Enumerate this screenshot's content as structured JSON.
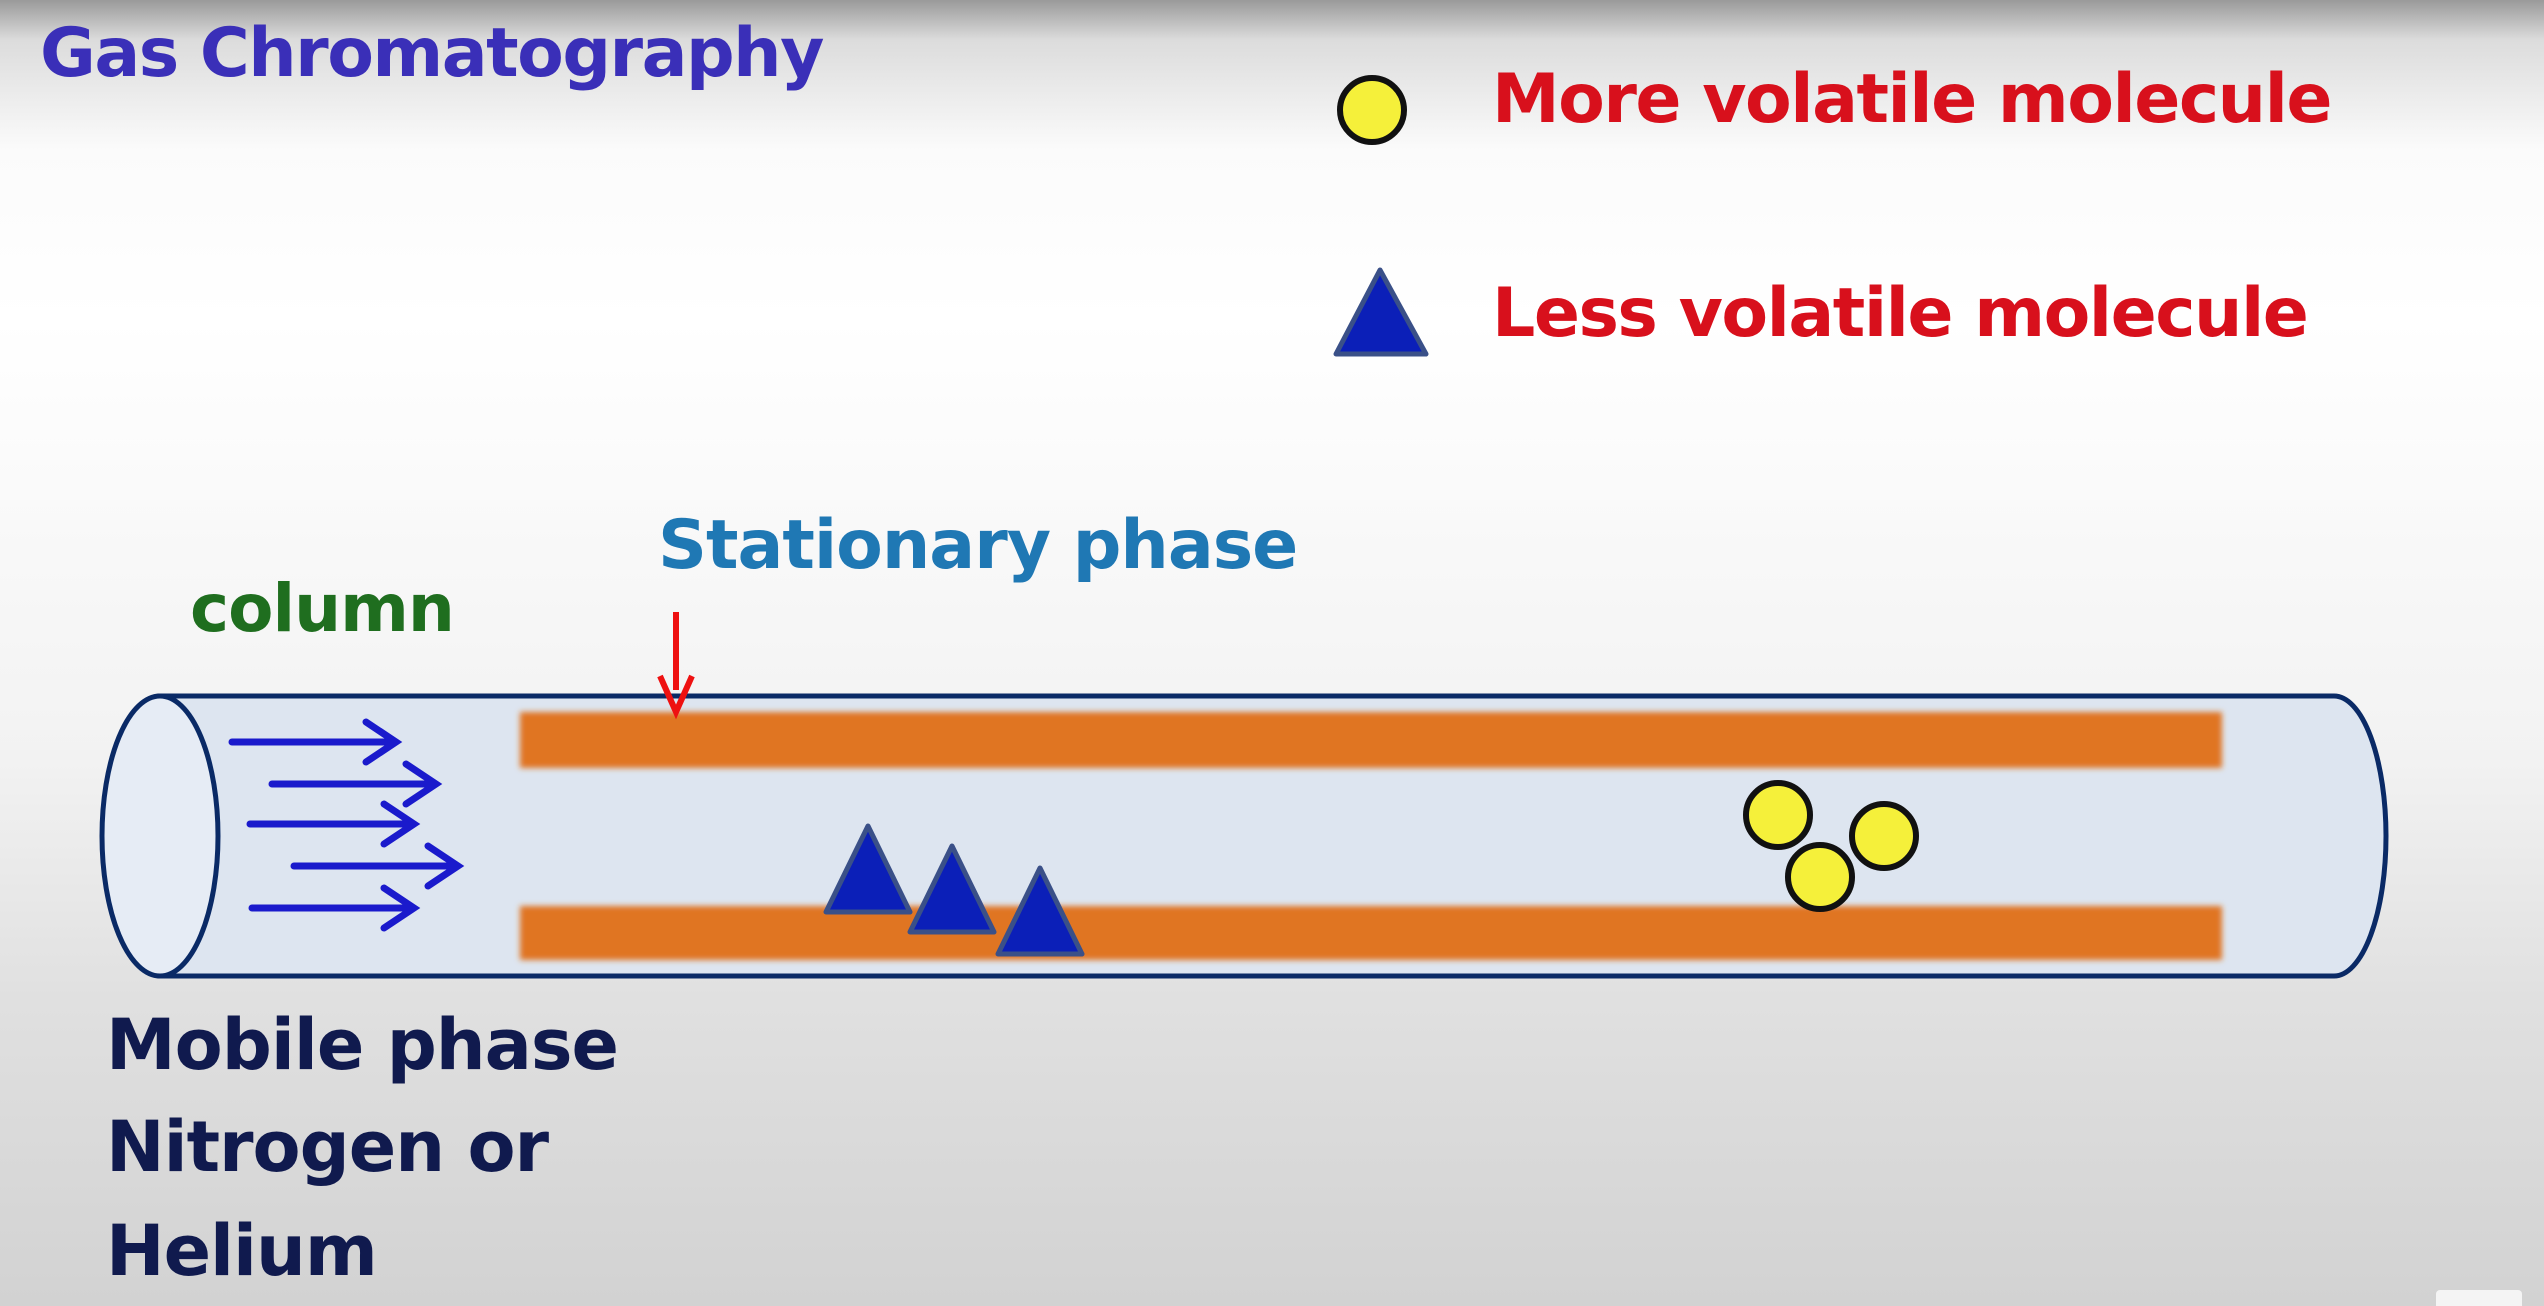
{
  "title": "Gas Chromatography",
  "legend": {
    "more_volatile": {
      "label": "More volatile molecule",
      "icon": "yellow-circle-icon",
      "color": "#f5f03a"
    },
    "less_volatile": {
      "label": "Less volatile molecule",
      "icon": "blue-triangle-icon",
      "color": "#0b1fb8"
    }
  },
  "labels": {
    "stationary_phase": "Stationary phase",
    "column": "column",
    "mobile_phase_lines": [
      "Mobile phase",
      "Nitrogen or",
      "Helium"
    ]
  },
  "colors": {
    "title": "#3a2fb8",
    "legend_text": "#d8101c",
    "stationary_text": "#1f78b4",
    "column_text": "#1f6e1f",
    "mobile_text": "#101a4e",
    "stationary_phase": "#e07522",
    "column_fill": "#dde5f0",
    "column_outline": "#0a2a66",
    "flow_arrows": "#1a1acc",
    "pointer_arrow": "#ee1111"
  }
}
